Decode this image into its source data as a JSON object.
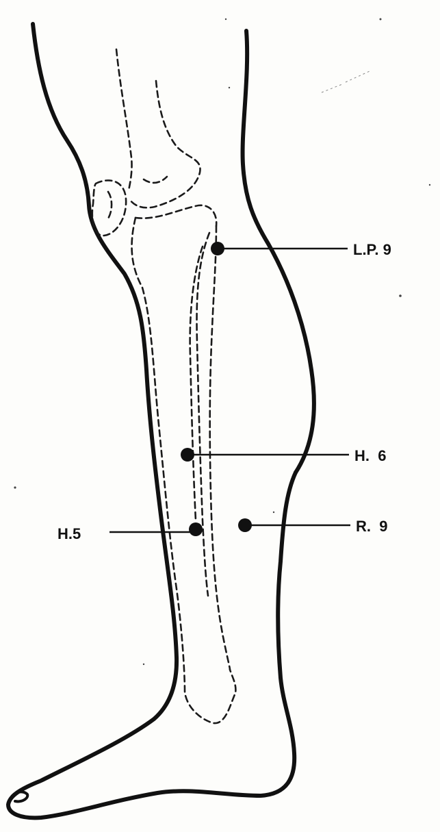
{
  "points": [
    {
      "id": "lp9",
      "label": "L.P. 9"
    },
    {
      "id": "h6",
      "label": "H.  6"
    },
    {
      "id": "h5",
      "label": "H.5"
    },
    {
      "id": "r9",
      "label": "R.  9"
    }
  ]
}
